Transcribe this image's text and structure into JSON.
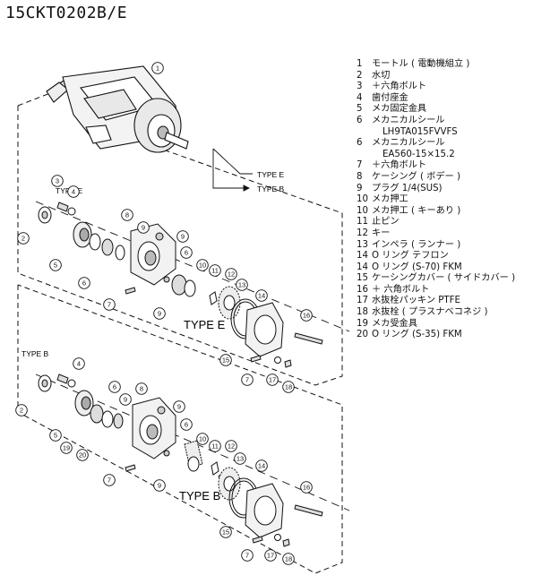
{
  "title": "15CKT0202B/E",
  "type_labels": {
    "main_e": "TYPE E",
    "main_b": "TYPE B",
    "upper_e": "TYPE E",
    "lower_b": "TYPE B",
    "upper_center": "TYPE E",
    "lower_center": "TYPE B"
  },
  "legend": [
    {
      "num": "1",
      "text": "モートル ( 電動機組立 )"
    },
    {
      "num": "2",
      "text": "水切"
    },
    {
      "num": "3",
      "text": "＋六角ボルト"
    },
    {
      "num": "4",
      "text": "歯付座金"
    },
    {
      "num": "5",
      "text": "メカ固定金具"
    },
    {
      "num": "6",
      "text": "メカニカルシール"
    },
    {
      "num": "",
      "text": "LH9TA015FVVFS"
    },
    {
      "num": "6",
      "text": "メカニカルシール"
    },
    {
      "num": "",
      "text": "EA560-15×15.2"
    },
    {
      "num": "7",
      "text": "＋六角ボルト"
    },
    {
      "num": "8",
      "text": "ケーシング ( ボデー )"
    },
    {
      "num": "9",
      "text": "プラグ 1/4(SUS)"
    },
    {
      "num": "10",
      "text": "メカ押工"
    },
    {
      "num": "10",
      "text": "メカ押工 ( キーあり )"
    },
    {
      "num": "11",
      "text": "止ピン"
    },
    {
      "num": "12",
      "text": "キー"
    },
    {
      "num": "13",
      "text": "インペラ ( ランナー )"
    },
    {
      "num": "14",
      "text": "O リング テフロン"
    },
    {
      "num": "14",
      "text": "O リング (S-70) FKM"
    },
    {
      "num": "15",
      "text": "ケーシングカバー ( サイドカバー )"
    },
    {
      "num": "16",
      "text": "＋ 六角ボルト"
    },
    {
      "num": "17",
      "text": "水抜栓パッキン PTFE"
    },
    {
      "num": "18",
      "text": "水抜栓 ( プラスナベコネジ )"
    },
    {
      "num": "19",
      "text": "メカ受金具"
    },
    {
      "num": "20",
      "text": "O リング (S-35) FKM"
    }
  ],
  "callouts": {
    "c1": "1",
    "c2": "2",
    "c3": "3",
    "c4": "4",
    "c5": "5",
    "c6": "6",
    "c7": "7",
    "c8": "8",
    "c9": "9",
    "c10": "10",
    "c11": "11",
    "c12": "12",
    "c13": "13",
    "c14": "14",
    "c15": "15",
    "c16": "16",
    "c17": "17",
    "c18": "18",
    "c19": "19",
    "c20": "20"
  }
}
